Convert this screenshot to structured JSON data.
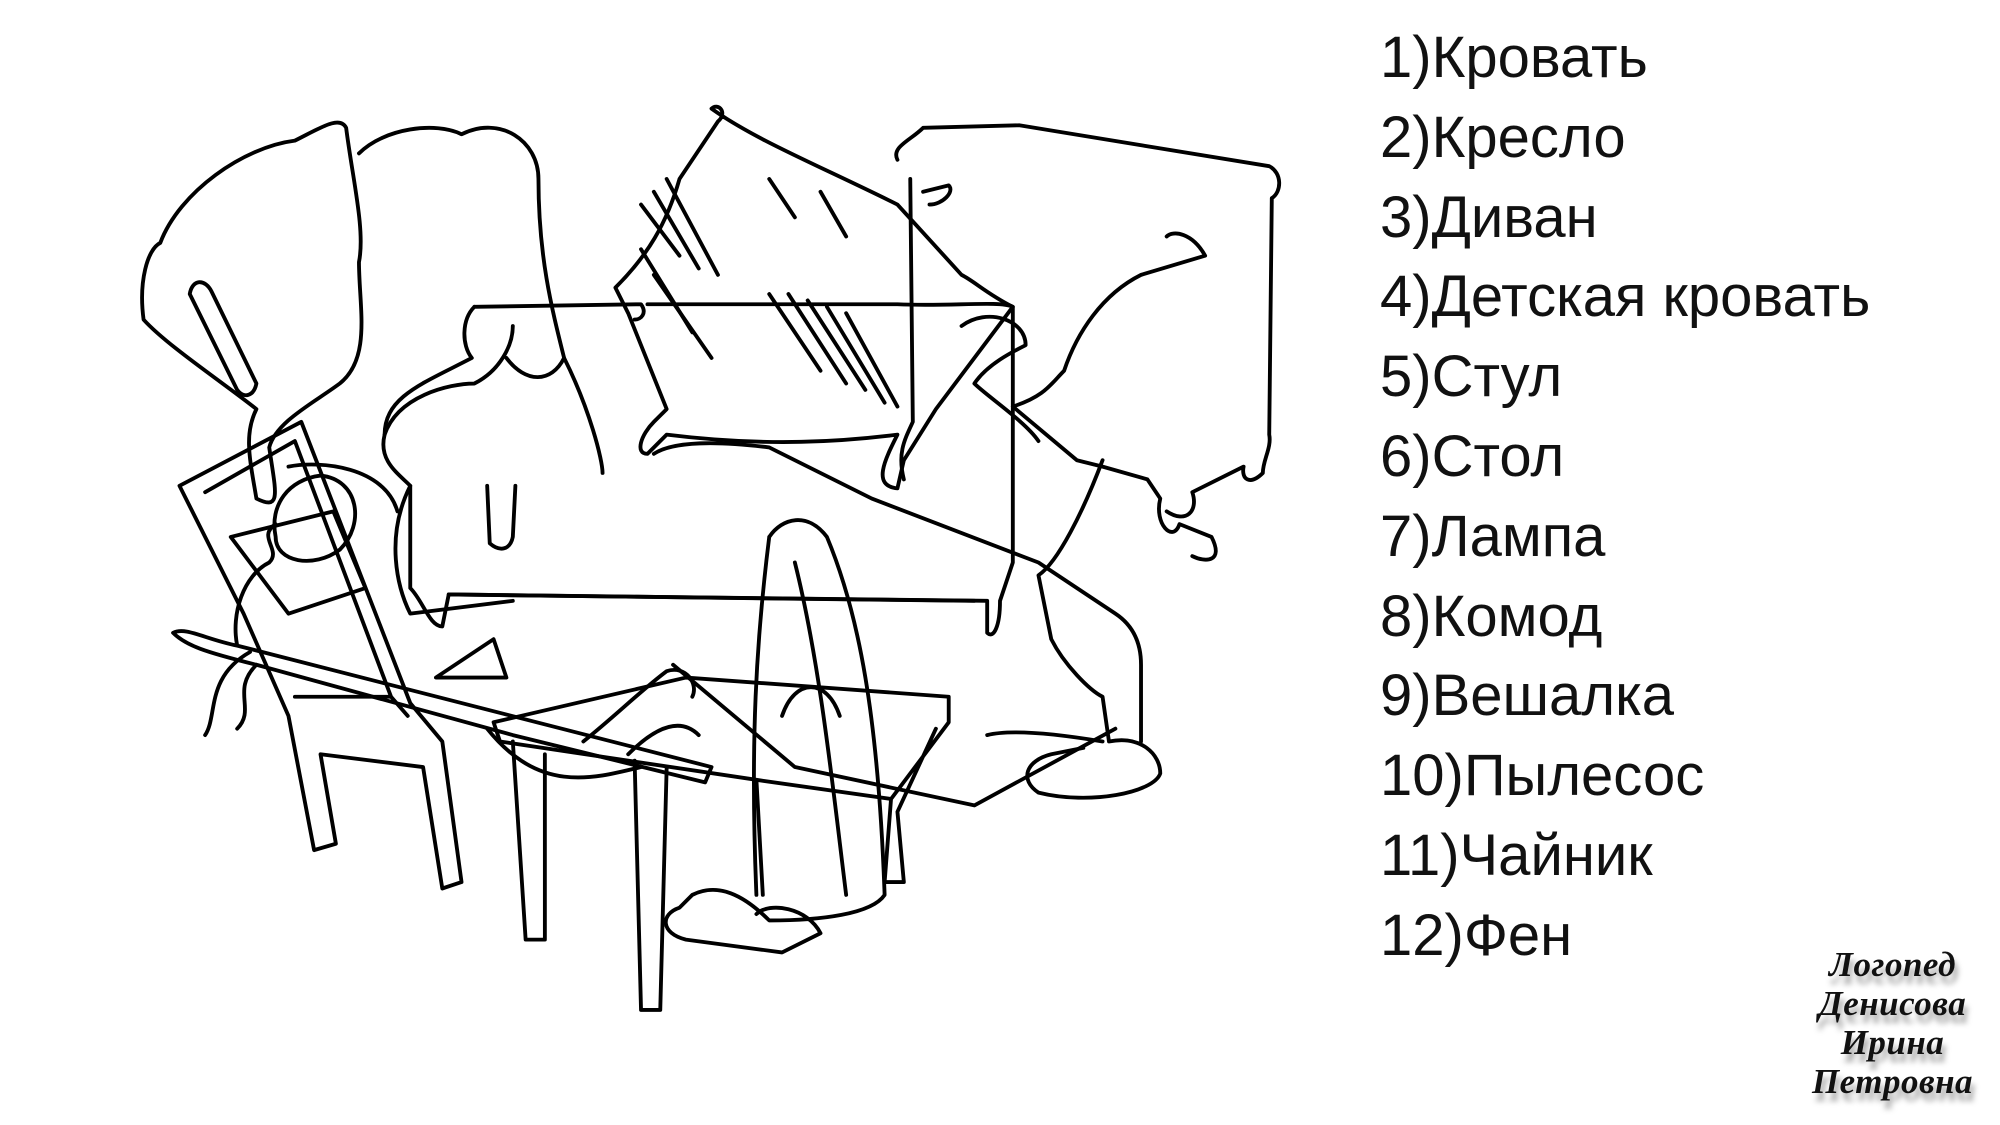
{
  "items": [
    "1)Кровать",
    "2)Кресло",
    "3)Диван",
    "4)Детская кровать",
    "5)Стул",
    "6)Стол",
    "7)Лампа",
    "8)Комод",
    "9)Вешалка",
    "10)Пылесос",
    "11)Чайник",
    "12)Фен"
  ],
  "signature": {
    "line1": "Логопед",
    "line2": "Денисова",
    "line3": "Ирина",
    "line4": "Петровна"
  }
}
